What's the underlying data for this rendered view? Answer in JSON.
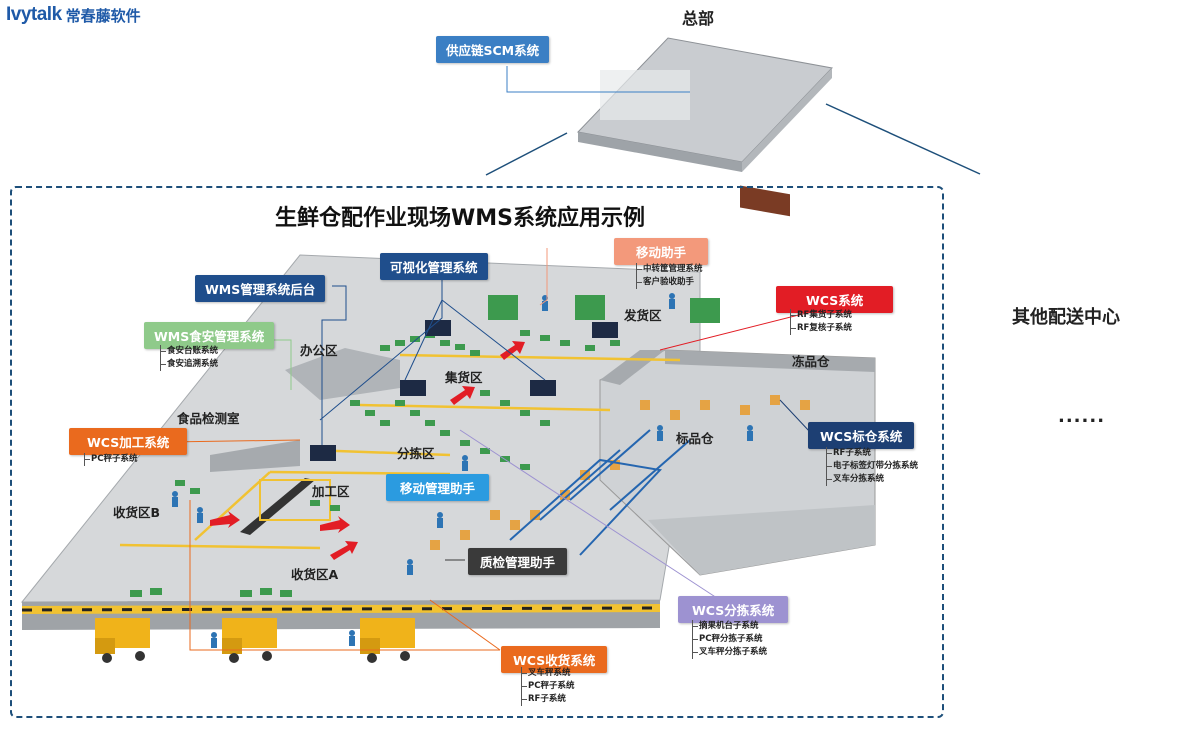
{
  "brand": {
    "logo_text": "Ivytalk",
    "name": "常春藤软件"
  },
  "hq": {
    "title": "总部",
    "scm_tag": "供应链SCM系统"
  },
  "other": {
    "label": "其他配送中心",
    "ellipsis": "......"
  },
  "diagram": {
    "title": "生鲜仓配作业现场WMS系统应用示例"
  },
  "tags": {
    "wms_backend": "WMS管理系统后台",
    "visual": "可视化管理系统",
    "mobile_assist": "移动助手",
    "wcs": "WCS系统",
    "wms_food": "WMS食安管理系统",
    "wcs_process": "WCS加工系统",
    "mobile_mgmt": "移动管理助手",
    "qc_assist": "质检管理助手",
    "wcs_standard": "WCS标仓系统",
    "wcs_sort": "WCS分拣系统",
    "wcs_receive": "WCS收货系统"
  },
  "subs": {
    "mobile_assist": [
      "中转筐管理系统",
      "客户验收助手"
    ],
    "wcs": [
      "RF集货子系统",
      "RF复核子系统"
    ],
    "wms_food": [
      "食安台账系统",
      "食安追溯系统"
    ],
    "wcs_process": [
      "PC秤子系统"
    ],
    "wcs_standard": [
      "RF子系统",
      "电子标签灯带分拣系统",
      "叉车分拣系统"
    ],
    "wcs_sort": [
      "摘果机台子系统",
      "PC秤分拣子系统",
      "叉车秤分拣子系统"
    ],
    "wcs_receive": [
      "叉车秤系统",
      "PC秤子系统",
      "RF子系统"
    ]
  },
  "areas": {
    "office": "办公区",
    "food_lab": "食品检测室",
    "gather": "集货区",
    "ship": "发货区",
    "frozen": "冻品仓",
    "standard": "标品仓",
    "sort": "分拣区",
    "process": "加工区",
    "recv_b": "收货区B",
    "recv_a": "收货区A"
  },
  "colors": {
    "frame": "#1d4f7a",
    "floor": "#d6d8da",
    "wall": "#9fa3a7",
    "crate": "#3d9a4e",
    "truck": "#f0b31a"
  }
}
